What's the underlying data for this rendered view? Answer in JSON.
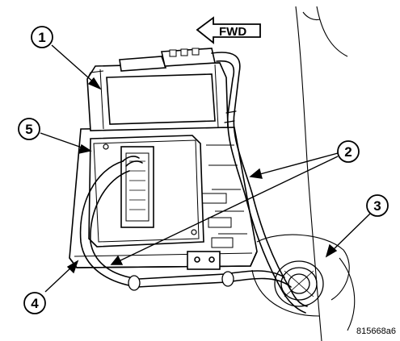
{
  "direction_label": "FWD",
  "figure_id": "815668a6",
  "callouts": [
    {
      "number": "1"
    },
    {
      "number": "2"
    },
    {
      "number": "3"
    },
    {
      "number": "4"
    },
    {
      "number": "5"
    }
  ],
  "icons": [
    "forward-arrow-icon"
  ],
  "colors": {
    "line": "#000000",
    "background": "#ffffff"
  }
}
